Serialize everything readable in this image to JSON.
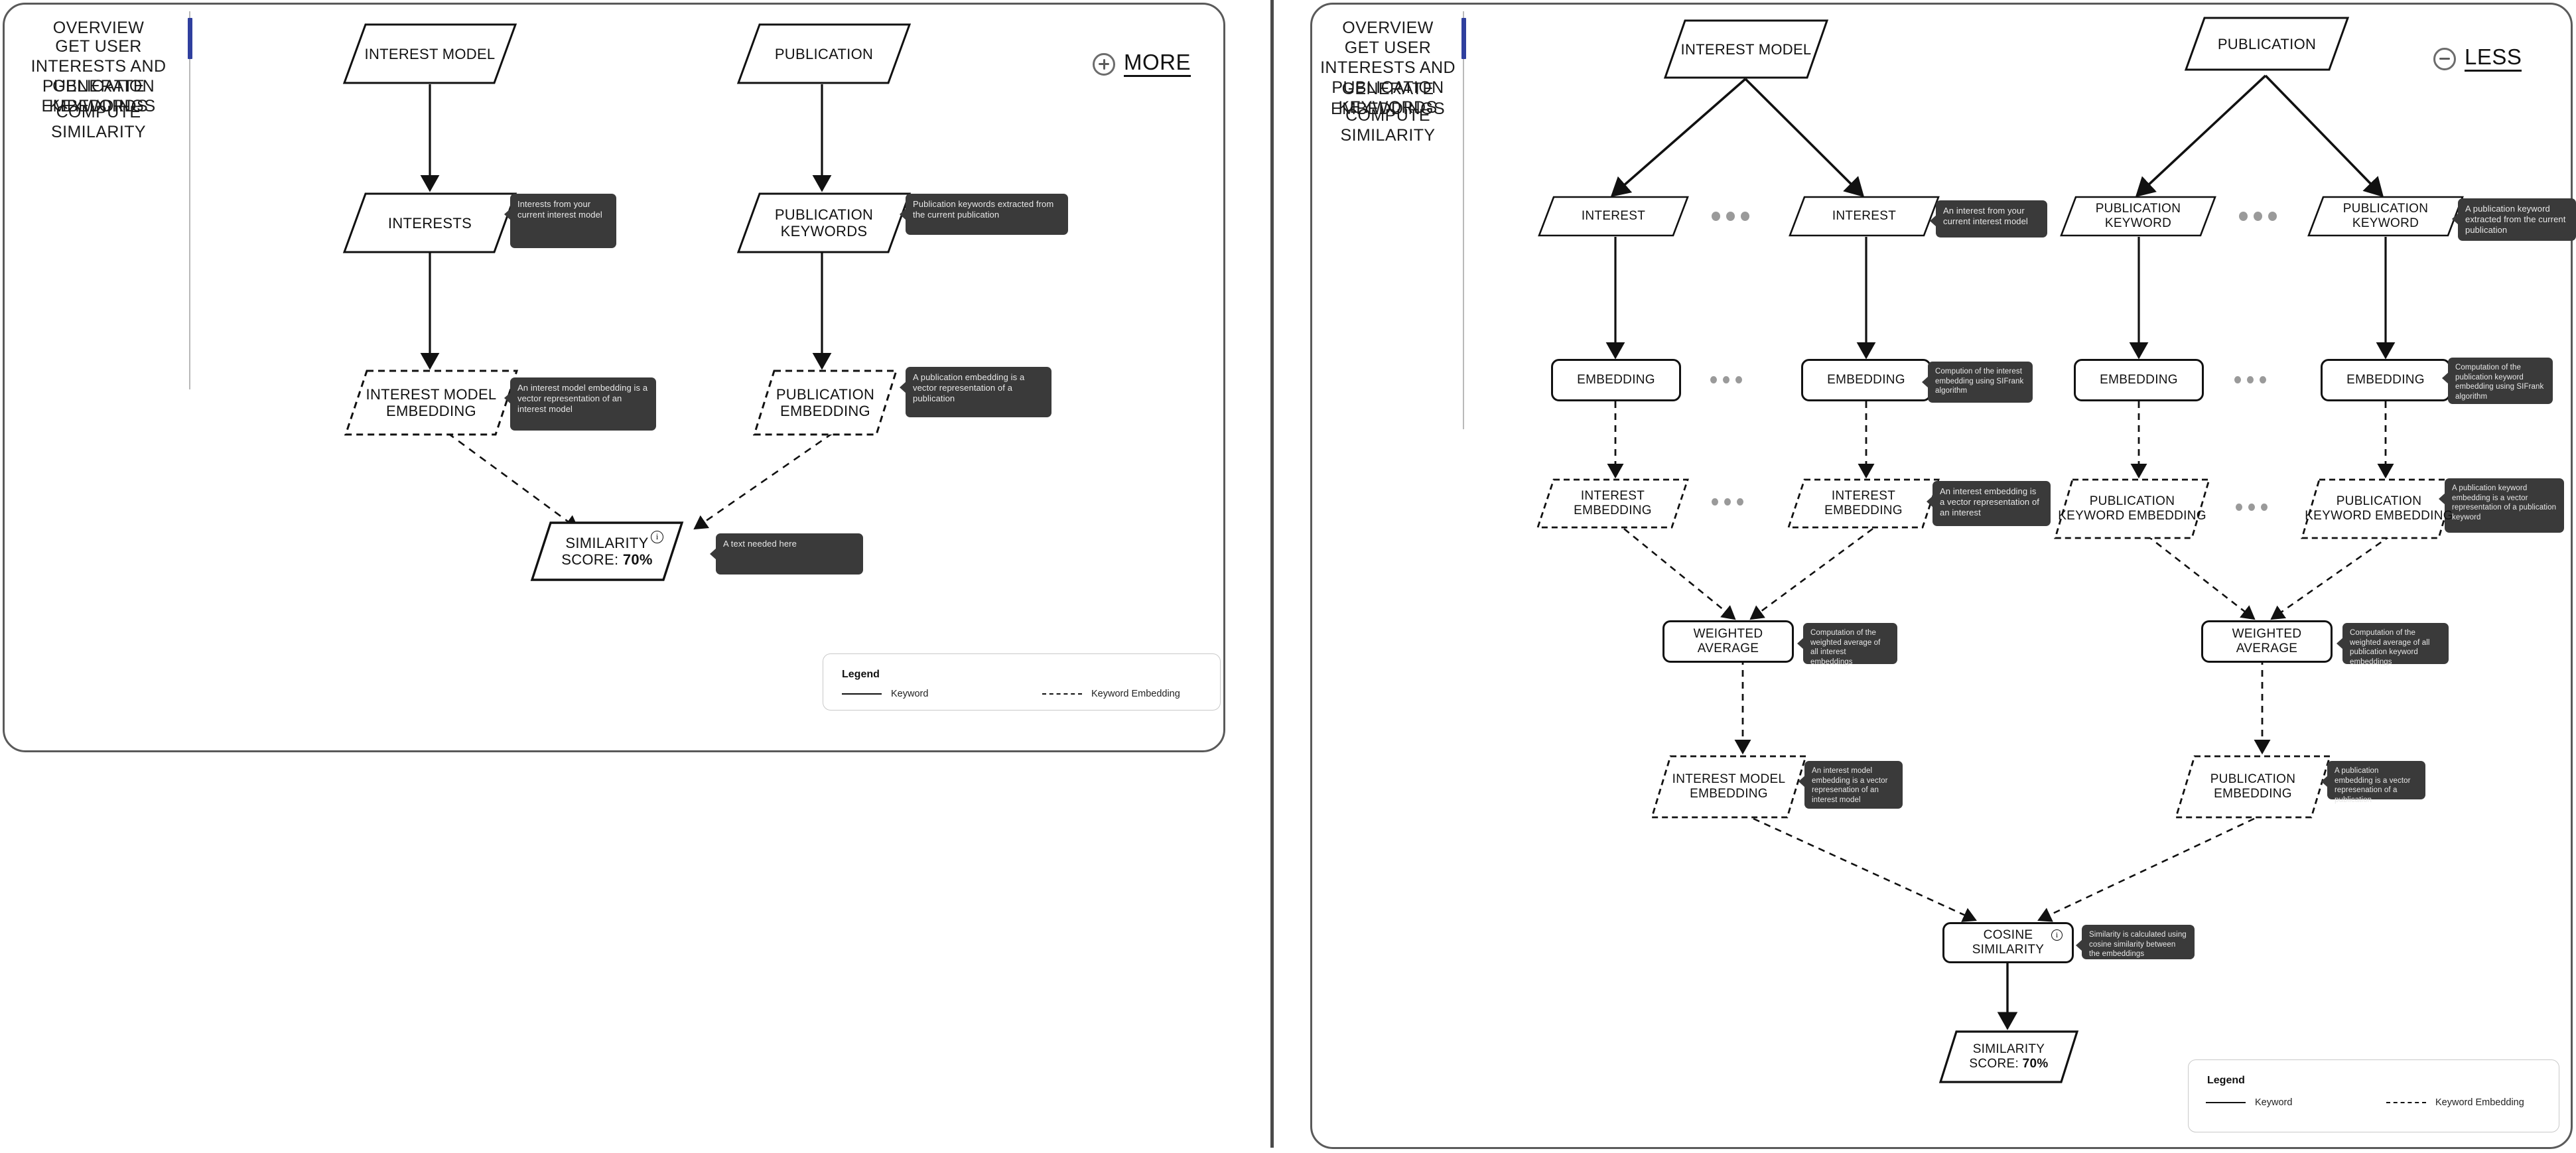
{
  "sidebar": {
    "items": [
      {
        "label": "OVERVIEW",
        "active": true
      },
      {
        "label": "GET USER INTERESTS AND PUBLICATION KEYWORDS",
        "active": false
      },
      {
        "label": "GENERATE EMBEDDINGS",
        "active": false
      },
      {
        "label": "COMPUTE SIMILARITY",
        "active": false
      }
    ],
    "active_color": "#2f3f9e"
  },
  "left_panel": {
    "expander": {
      "label": "MORE",
      "icon": "plus-circle-icon"
    },
    "nodes": {
      "interest_model": "INTEREST MODEL",
      "publication": "PUBLICATION",
      "interests": "INTERESTS",
      "publication_keywords": "PUBLICATION KEYWORDS",
      "interest_model_embedding": "INTEREST MODEL EMBEDDING",
      "publication_embedding": "PUBLICATION EMBEDDING",
      "similarity_score_line1": "SIMILARITY",
      "similarity_score_line2": "SCORE:",
      "similarity_score_value": "70%"
    },
    "tooltips": {
      "interests": "Interests from your current interest model",
      "publication_keywords": "Publication keywords extracted from the current publication",
      "interest_model_embedding": "An interest model embedding is a vector representation of an interest model",
      "publication_embedding": "A publication embedding is a vector representation of a publication",
      "similarity_score": "A text needed here"
    },
    "legend": {
      "title": "Legend",
      "solid_label": "Keyword",
      "dashed_label": "Keyword Embedding"
    }
  },
  "right_panel": {
    "expander": {
      "label": "LESS",
      "icon": "minus-circle-icon"
    },
    "nodes": {
      "interest_model": "INTEREST MODEL",
      "publication": "PUBLICATION",
      "interest": "INTEREST",
      "publication_keyword": "PUBLICATION KEYWORD",
      "embedding": "EMBEDDING",
      "interest_embedding": "INTEREST EMBEDDING",
      "publication_keyword_embedding": "PUBLICATION KEYWORD EMBEDDING",
      "weighted_average": "WEIGHTED AVERAGE",
      "interest_model_embedding": "INTEREST MODEL EMBEDDING",
      "publication_embedding": "PUBLICATION EMBEDDING",
      "cosine_similarity": "COSINE SIMILARITY",
      "similarity_score_line1": "SIMILARITY",
      "similarity_score_line2": "SCORE:",
      "similarity_score_value": "70%"
    },
    "tooltips": {
      "interest": "An interest from your current interest model",
      "publication_keyword": "A publication keyword extracted from the current publication",
      "interest_embedding_calc": "Compution of the interest embedding using SIFrank algorithm",
      "publication_keyword_embedding_calc": "Computation of the publication keyword embedding using SIFrank algorithm",
      "interest_embedding": "An interest embedding is a vector representation of an interest",
      "publication_keyword_embedding": "A publication keyword embedding is a vector representation of a publication keyword",
      "weighted_average_interest": "Computation of  the weighted average of all interest embeddings",
      "weighted_average_publication": "Computation of the weighted average of all publication keyword embeddings",
      "interest_model_embedding": "An interest model embedding is a vector represenation of an interest model",
      "publication_embedding": "A publication embedding is a vector represenation of a publication",
      "cosine_similarity": "Similarity is calculated using cosine similarity between the embeddings"
    },
    "legend": {
      "title": "Legend",
      "solid_label": "Keyword",
      "dashed_label": "Keyword Embedding"
    }
  }
}
